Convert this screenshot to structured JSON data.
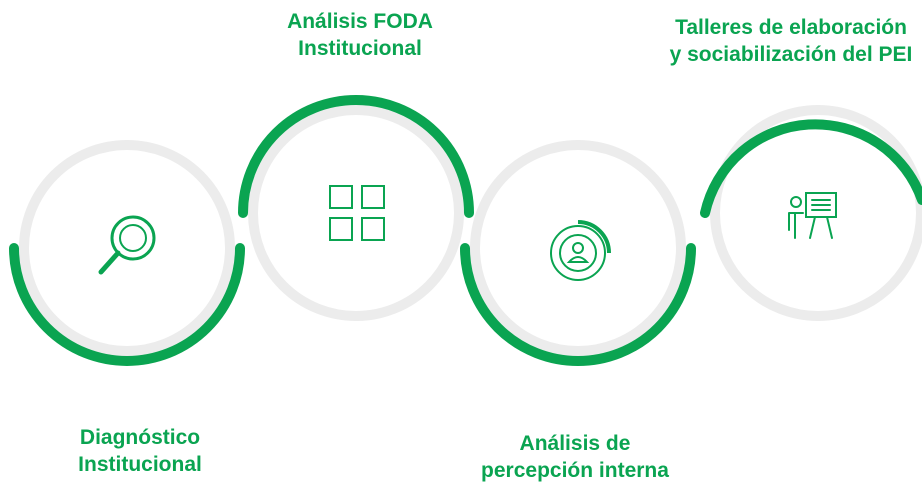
{
  "colors": {
    "accent": "#0aa451",
    "ring": "#ececec",
    "icon": "#0aa451",
    "label": "#0aa451"
  },
  "steps": [
    {
      "icon": "magnifier-icon",
      "title_lines": [
        "Diagnóstico",
        "Institucional"
      ],
      "arc": "bottom"
    },
    {
      "icon": "grid-icon",
      "title_lines": [
        "Análisis FODA",
        "Institucional"
      ],
      "arc": "top"
    },
    {
      "icon": "target-user-icon",
      "title_lines": [
        "Análisis de",
        "percepción interna"
      ],
      "arc": "bottom"
    },
    {
      "icon": "presentation-icon",
      "title_lines": [
        "Talleres de elaboración",
        "y sociabilización del PEI"
      ],
      "arc": "top"
    }
  ]
}
